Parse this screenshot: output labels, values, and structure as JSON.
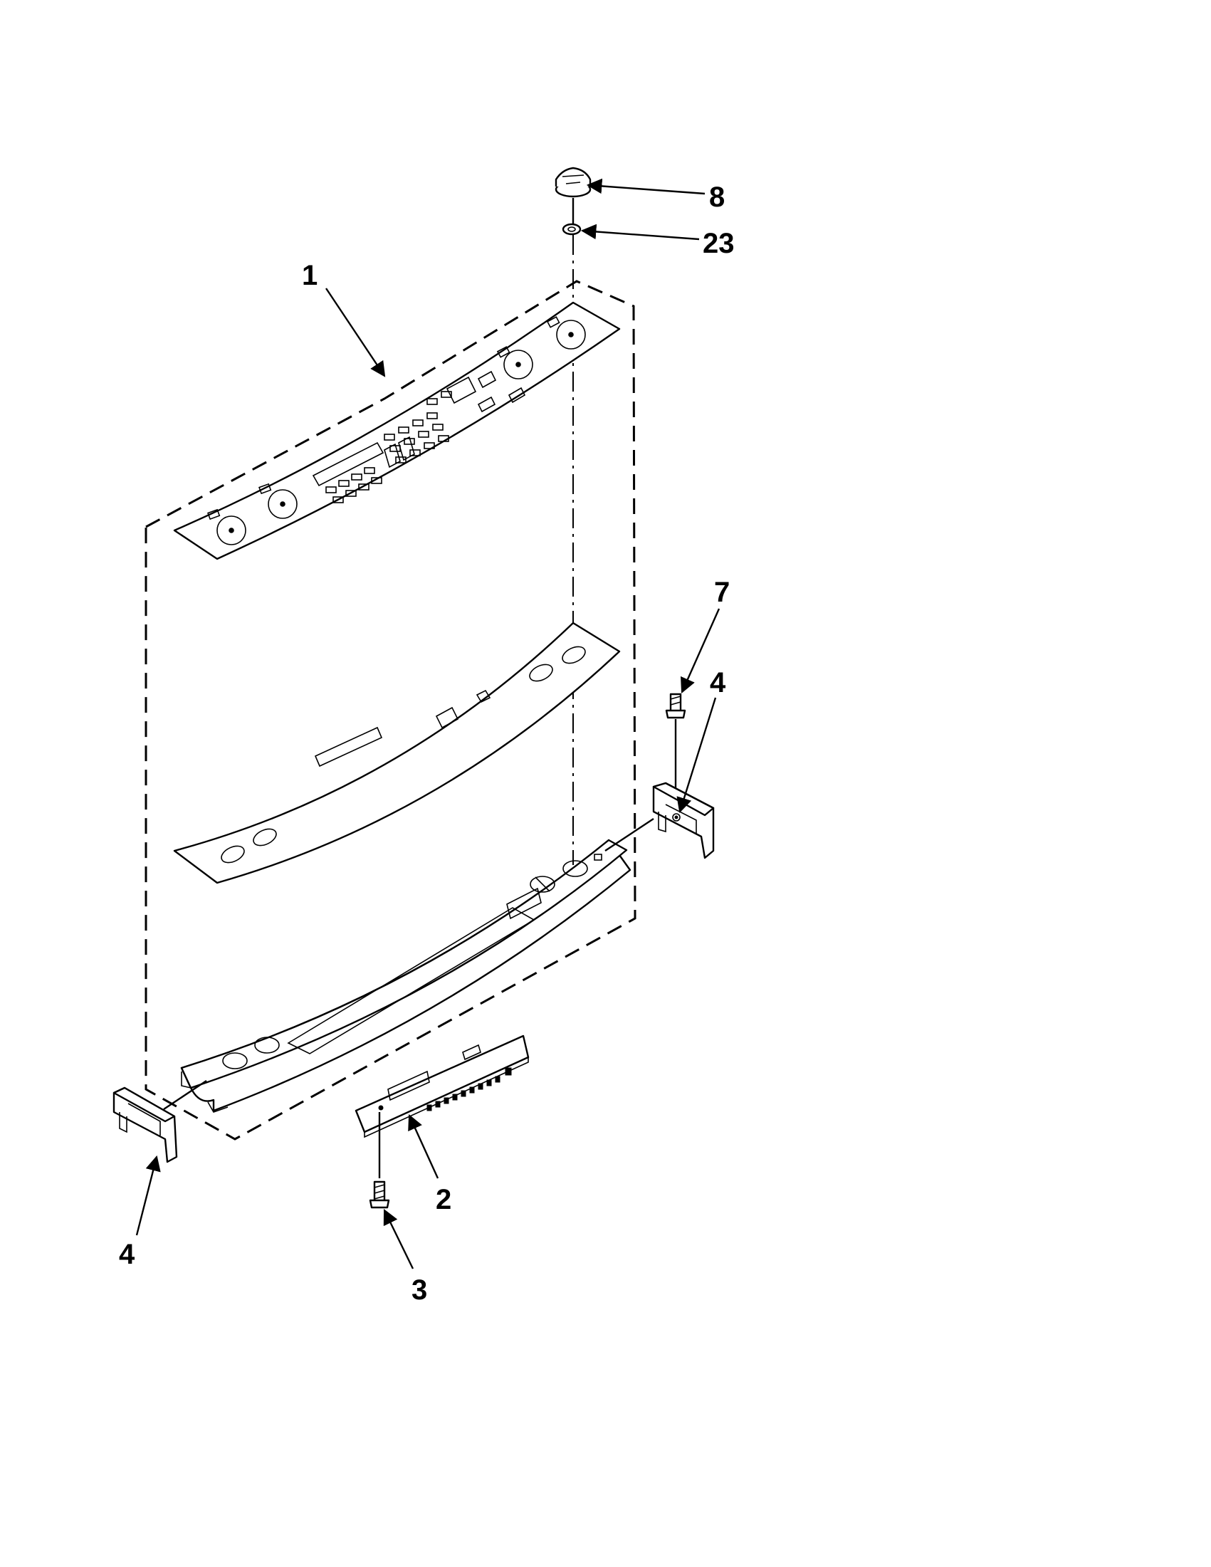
{
  "callouts": [
    {
      "id": "1",
      "text": "1"
    },
    {
      "id": "2",
      "text": "2"
    },
    {
      "id": "3",
      "text": "3"
    },
    {
      "id": "4a",
      "text": "4"
    },
    {
      "id": "4b",
      "text": "4"
    },
    {
      "id": "7",
      "text": "7"
    },
    {
      "id": "8",
      "text": "8"
    },
    {
      "id": "23",
      "text": "23"
    }
  ]
}
